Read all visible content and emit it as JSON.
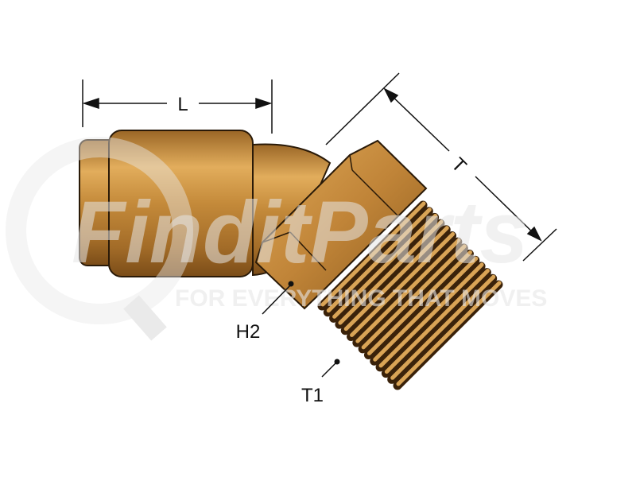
{
  "watermark": {
    "brand": "FinditParts",
    "tagline": "FOR EVERYTHING THAT MOVES"
  },
  "labels": {
    "length": "L",
    "thread_length": "T",
    "hex": "H2",
    "thread": "T1"
  },
  "colors": {
    "brass_light": "#e8b565",
    "brass_mid": "#c98d3c",
    "brass_dark": "#8a5a1c",
    "outline": "#2a1a08"
  }
}
